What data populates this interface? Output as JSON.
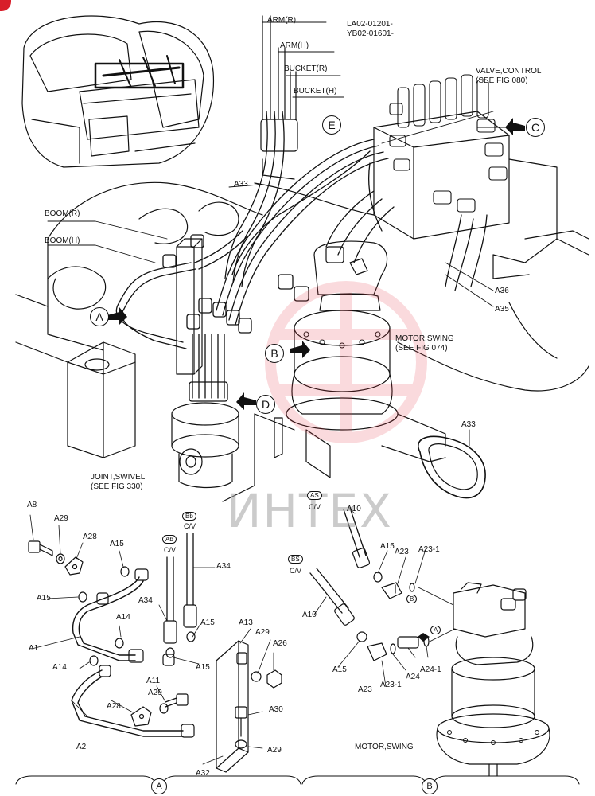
{
  "drawing": {
    "serial_line1": "LA02-01201-",
    "serial_line2": "YB02-01601-",
    "watermark_text": "ИНТЕХ",
    "watermark_color": "#e63946"
  },
  "callouts": {
    "arm_r": "ARM(R)",
    "arm_h": "ARM(H)",
    "bucket_r": "BUCKET(R)",
    "bucket_h": "BUCKET(H)",
    "valve_control_1": "VALVE,CONTROL",
    "valve_control_2": "(SEE FIG 080)",
    "boom_r": "BOOM(R)",
    "boom_h": "BOOM(H)",
    "motor_swing_1": "MOTOR,SWING",
    "motor_swing_2": "(SEE FIG 074)",
    "joint_swivel_1": "JOINT,SWIVEL",
    "joint_swivel_2": "(SEE FIG 330)",
    "motor_swing_bottom": "MOTOR,SWING"
  },
  "view_markers": {
    "a": "A",
    "b": "B",
    "c": "C",
    "d": "D",
    "e": "E",
    "detail_a": "A",
    "detail_b": "B"
  },
  "part_labels": {
    "a33_top": "A33",
    "a33_ring": "A33",
    "a36": "A36",
    "a35": "A35",
    "a8": "A8",
    "a29_1": "A29",
    "a28_1": "A28",
    "a15_1": "A15",
    "a15_2": "A15",
    "a1": "A1",
    "a14_1": "A14",
    "a14_2": "A14",
    "a2": "A2",
    "a11": "A11",
    "a29_2": "A29",
    "a28_2": "A28",
    "a34_1": "A34",
    "a34_2": "A34",
    "a15_3": "A15",
    "a13": "A13",
    "a15_4": "A15",
    "a29_3": "A29",
    "a26": "A26",
    "a30": "A30",
    "a29_4": "A29",
    "a32": "A32",
    "a10_1": "A10",
    "a15_5": "A15",
    "a23_1": "A23",
    "a23_1_dash": "A23-1",
    "a10_2": "A10",
    "a15_6": "A15",
    "a23_2": "A23",
    "a23_1_dash_2": "A23-1",
    "a24": "A24",
    "a24_1": "A24-1"
  },
  "port_tags": {
    "bb": "Bb",
    "ab": "Ab",
    "as": "AS",
    "bs": "BS",
    "cv": "C/V",
    "small_b": "B",
    "small_a": "A"
  }
}
